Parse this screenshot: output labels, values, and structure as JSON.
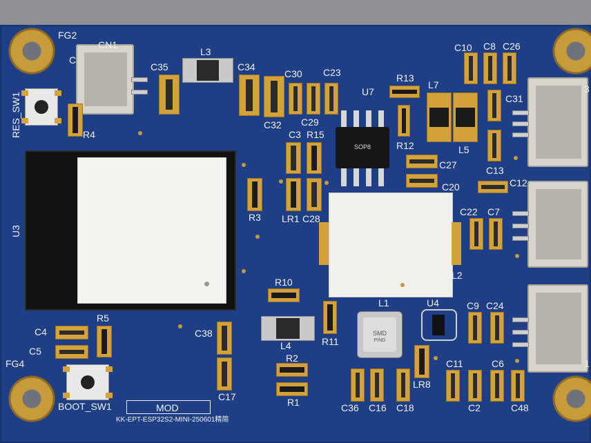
{
  "board": {
    "background_color": "#8f9093",
    "pcb_color": "#1e3f86",
    "copper_color": "#d4a23a",
    "silk_color": "#f2f2f2",
    "bottom_text": "KK-EPT-ESP32S2-MINI-250601精简"
  },
  "labels": {
    "fg2": "FG2",
    "cn1": "CN1",
    "c35": "C35",
    "l3": "L3",
    "c34": "C34",
    "c30": "C30",
    "c23": "C23",
    "c32": "C32",
    "c29": "C29",
    "u7": "U7",
    "r13": "R13",
    "l7": "L7",
    "c10": "C10",
    "c8": "C8",
    "c26": "C26",
    "c31": "C31",
    "l5": "L5",
    "r12": "R12",
    "c3": "C3",
    "r15": "R15",
    "c27": "C27",
    "c13": "C13",
    "c20": "C20",
    "c12": "C12",
    "res_sw1": "RES_SW1",
    "r4": "R4",
    "c_partial": "C",
    "u3": "U3",
    "r3": "R3",
    "lr1": "LR1",
    "c28": "C28",
    "c22": "C22",
    "c7": "C7",
    "l2": "L2",
    "r10": "R10",
    "l1": "L1",
    "u4": "U4",
    "c9": "C9",
    "c24": "C24",
    "r5": "R5",
    "c4": "C4",
    "c5": "C5",
    "c38": "C38",
    "l4": "L4",
    "r11": "R11",
    "fg4": "FG4",
    "r2": "R2",
    "c11": "C11",
    "c6": "C6",
    "lr8": "LR8",
    "c17": "C17",
    "r1": "R1",
    "boot_sw1": "BOOT_SW1",
    "mod": "MOD",
    "c36": "C36",
    "c16": "C16",
    "c18": "C18",
    "c2": "C2",
    "c48": "C48",
    "edge_3": "3",
    "edge_1": "1"
  },
  "chips": {
    "sop8": "SOP8",
    "l1_text": "SMD",
    "l1_subtext": "PIND"
  }
}
